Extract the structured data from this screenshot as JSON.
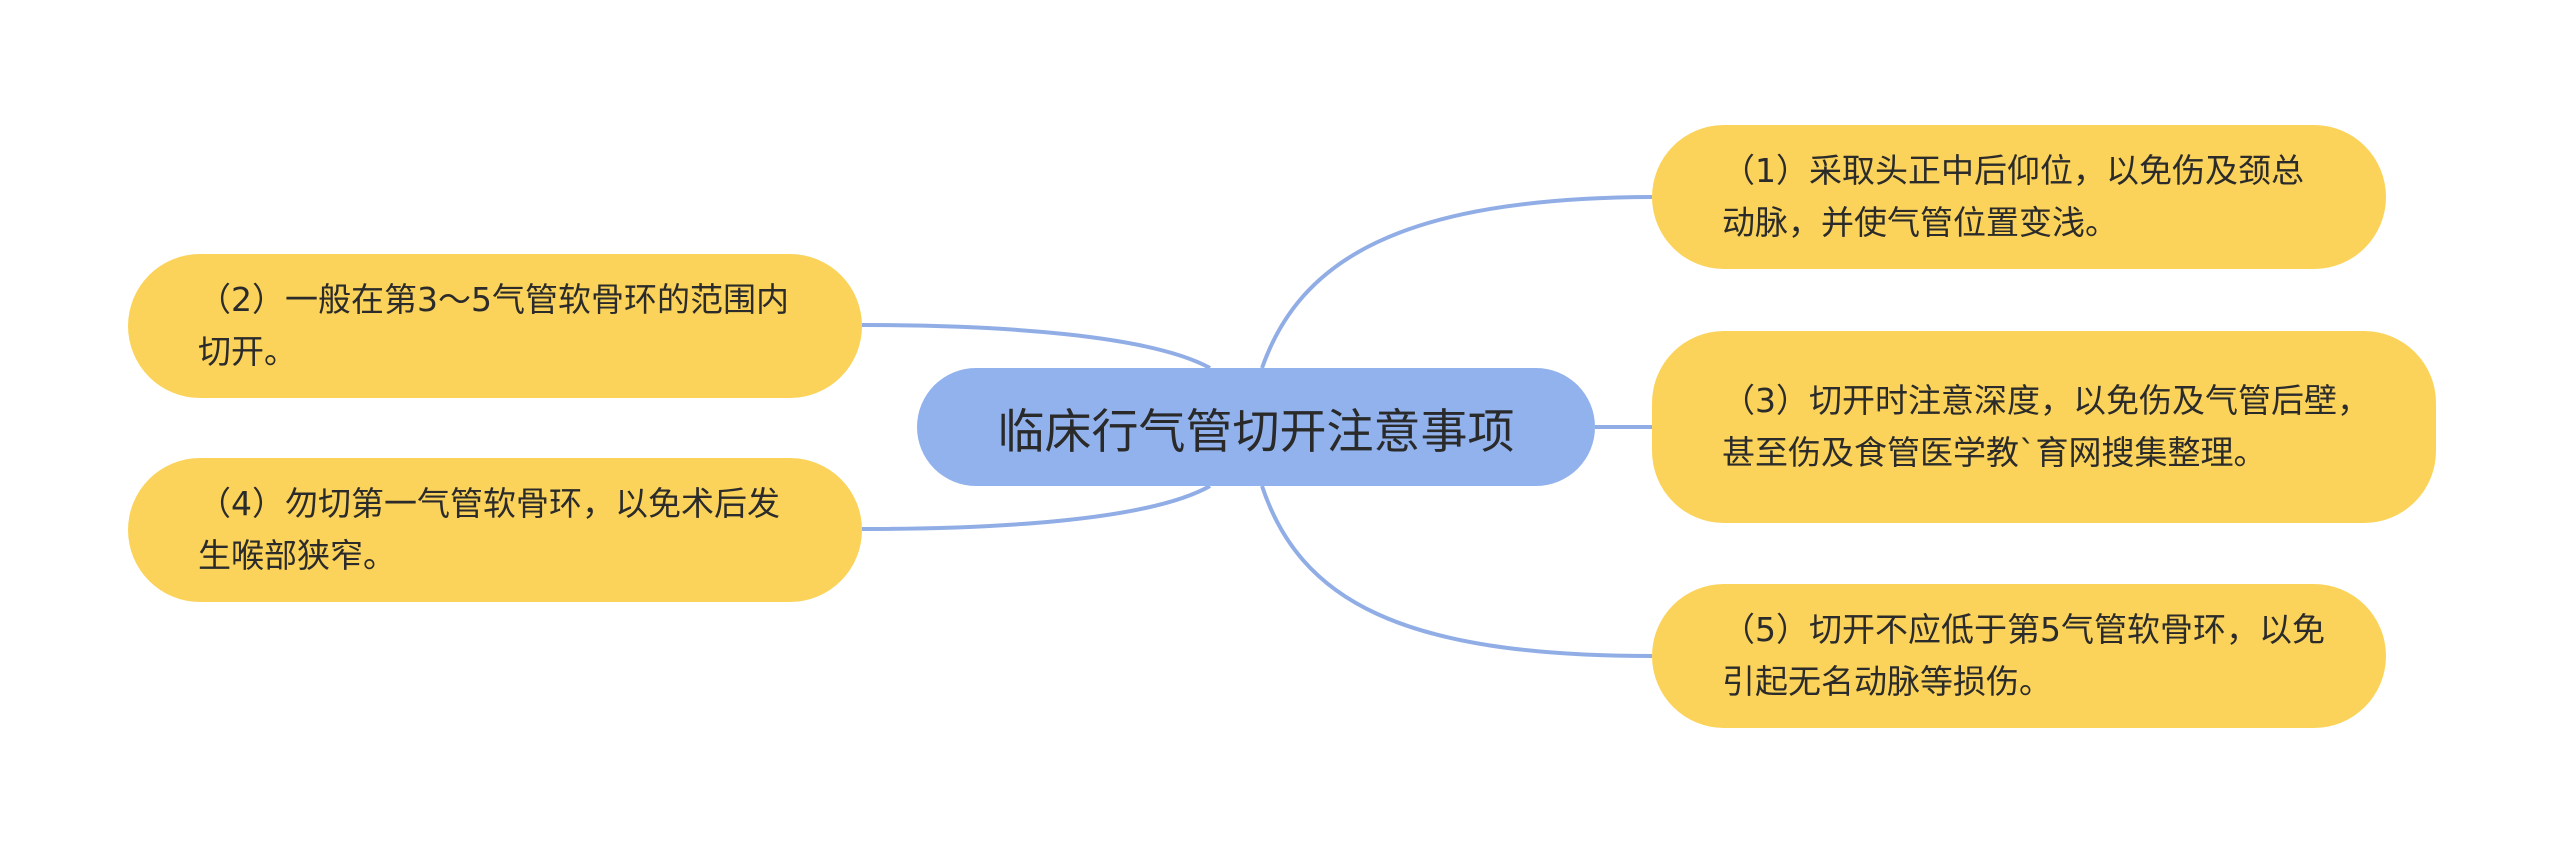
{
  "mindmap": {
    "center": {
      "label": "临床行气管切开注意事项"
    },
    "topics": [
      {
        "id": "1",
        "text": "（1）采取头正中后仰位，以免伤及颈总动脉，并使气管位置变浅。"
      },
      {
        "id": "2",
        "text": "（2）一般在第3～5气管软骨环的范围内切开。"
      },
      {
        "id": "3",
        "text": "（3）切开时注意深度，以免伤及气管后壁，甚至伤及食管医学教`育网搜集整理。"
      },
      {
        "id": "4",
        "text": "（4）勿切第一气管软骨环，以免术后发生喉部狭窄。"
      },
      {
        "id": "5",
        "text": "（5）切开不应低于第5气管软骨环，以免引起无名动脉等损伤。"
      }
    ]
  },
  "colors": {
    "center_fill": "#91b2ec",
    "topic_fill": "#fbd35a",
    "connector": "#91ade6",
    "background": "#ffffff"
  }
}
